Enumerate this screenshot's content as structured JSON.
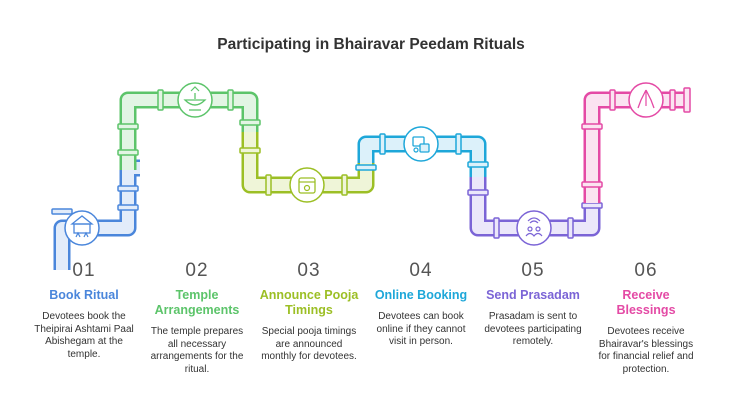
{
  "title": "Participating in Bhairavar Peedam Rituals",
  "steps": [
    {
      "number": "01",
      "label": "Book Ritual",
      "description": "Devotees book the Theipirai Ashtami Paal Abishegam at the temple.",
      "color": "#4a86db",
      "fill": "#e2ecfa",
      "icon": "temple-icon"
    },
    {
      "number": "02",
      "label": "Temple Arrangements",
      "description": "The temple prepares all necessary arrangements for the ritual.",
      "color": "#5cc46a",
      "fill": "#e2f5e4",
      "icon": "lamp-icon"
    },
    {
      "number": "03",
      "label": "Announce Pooja Timings",
      "description": "Special pooja timings are announced monthly for devotees.",
      "color": "#9cbf25",
      "fill": "#eff5d8",
      "icon": "calendar-icon"
    },
    {
      "number": "04",
      "label": "Online Booking",
      "description": "Devotees can book online if they cannot visit in person.",
      "color": "#1ea7d9",
      "fill": "#dcf1fa",
      "icon": "online-booking-icon"
    },
    {
      "number": "05",
      "label": "Send Prasadam",
      "description": "Prasadam is sent to devotees participating remotely.",
      "color": "#7b64d6",
      "fill": "#ebe7fa",
      "icon": "broadcast-people-icon"
    },
    {
      "number": "06",
      "label": "Receive Blessings",
      "description": "Devotees receive Bhairavar's blessings for financial relief and protection.",
      "color": "#e44aa5",
      "fill": "#fbe3f1",
      "icon": "praying-hands-icon"
    }
  ]
}
